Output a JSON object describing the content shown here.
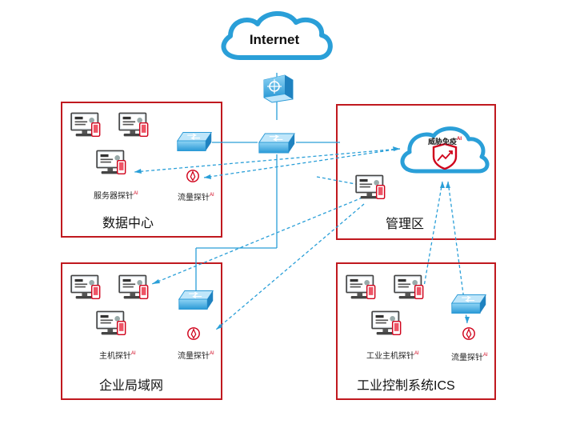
{
  "internet": {
    "label": "Internet"
  },
  "threat": {
    "label": "威胁免疫",
    "ai": "AI"
  },
  "zones": {
    "dc": {
      "label": "数据中心"
    },
    "mgmt": {
      "label": "管理区"
    },
    "lan": {
      "label": "企业局域网"
    },
    "ics": {
      "label": "工业控制系统ICS"
    }
  },
  "captions": {
    "dc_server_probe": "服务器探针",
    "dc_flow_probe": "流量探针",
    "lan_host_probe": "主机探针",
    "lan_flow_probe": "流量探针",
    "ics_host_probe": "工业主机探针",
    "ics_flow_probe": "流量探针",
    "ai": "AI"
  },
  "colors": {
    "zone_border": "#c0191f",
    "link": "#2a9fd8",
    "device": "#3da6e0"
  },
  "icons": [
    "cloud-icon",
    "firewall-icon",
    "switch-icon",
    "computer-icon",
    "probe-icon",
    "shield-icon"
  ]
}
